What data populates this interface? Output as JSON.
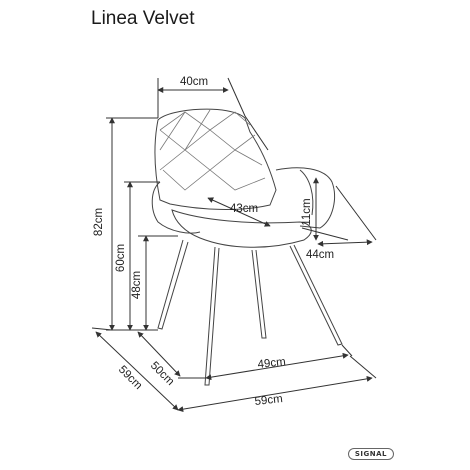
{
  "title": "Linea Velvet",
  "dimensions": {
    "top_width": "40cm",
    "seat_depth": "43cm",
    "armrest_height": "11cm",
    "arm_depth": "44cm",
    "total_height": "82cm",
    "armrest_floor_height": "60cm",
    "seat_height": "48cm",
    "leg_depth": "50cm",
    "leg_width": "49cm",
    "side_depth": "59cm",
    "front_width": "59cm"
  },
  "brand": "SIGNAL"
}
